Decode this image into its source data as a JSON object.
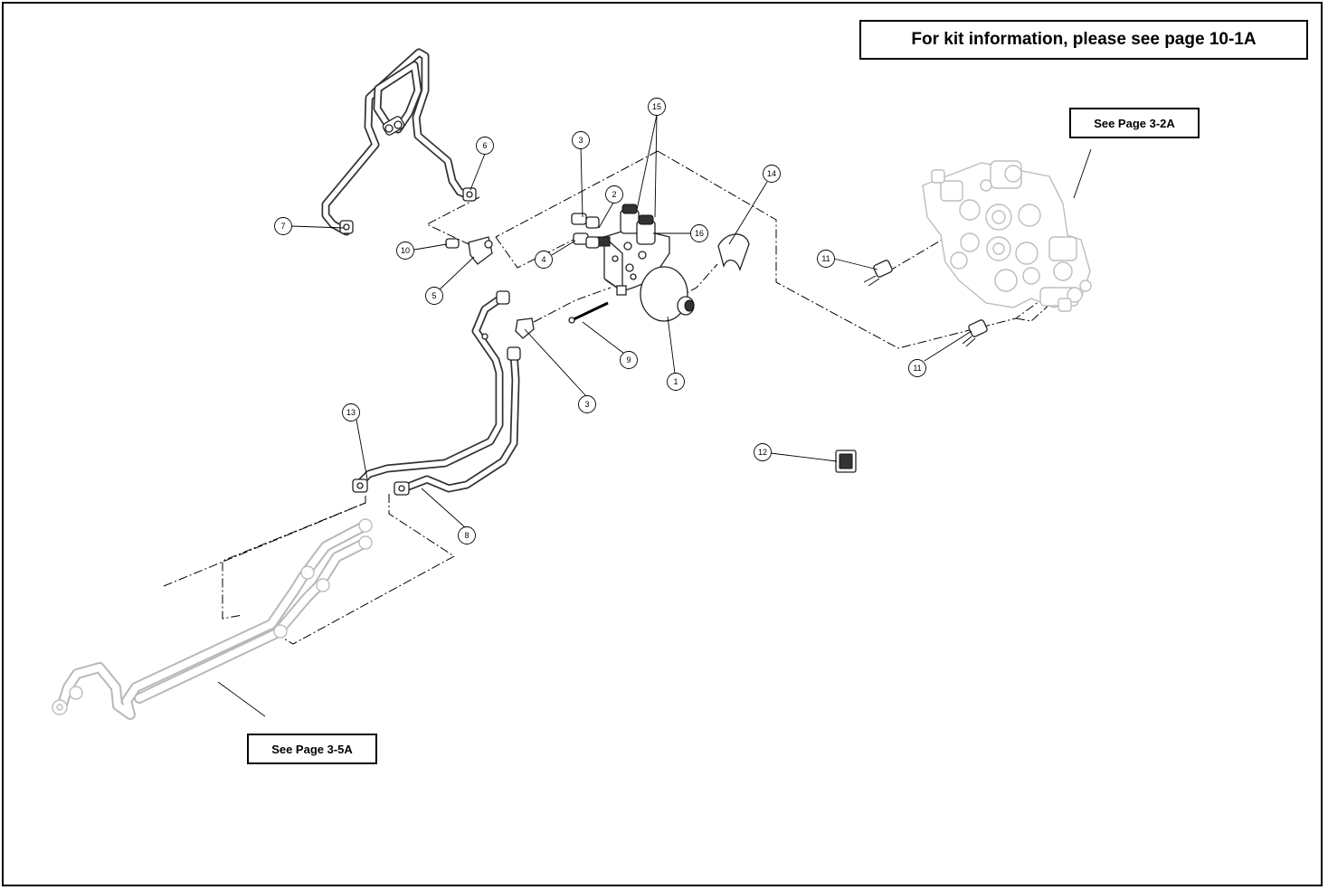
{
  "notes": {
    "kit_info": "For kit information, please see page 10-1A",
    "see_page_3_2a": "See Page 3-2A",
    "see_page_3_5a": "See Page 3-5A"
  },
  "callouts": [
    {
      "id": "c15",
      "label": "15"
    },
    {
      "id": "c3a",
      "label": "3"
    },
    {
      "id": "c6",
      "label": "6"
    },
    {
      "id": "c2",
      "label": "2"
    },
    {
      "id": "c14",
      "label": "14"
    },
    {
      "id": "c16",
      "label": "16"
    },
    {
      "id": "c10",
      "label": "10"
    },
    {
      "id": "c4",
      "label": "4"
    },
    {
      "id": "c7",
      "label": "7"
    },
    {
      "id": "c5",
      "label": "5"
    },
    {
      "id": "c11a",
      "label": "11"
    },
    {
      "id": "c9",
      "label": "9"
    },
    {
      "id": "c11b",
      "label": "11"
    },
    {
      "id": "c1",
      "label": "1"
    },
    {
      "id": "c3b",
      "label": "3"
    },
    {
      "id": "c13",
      "label": "13"
    },
    {
      "id": "c12",
      "label": "12"
    },
    {
      "id": "c8",
      "label": "8"
    }
  ]
}
